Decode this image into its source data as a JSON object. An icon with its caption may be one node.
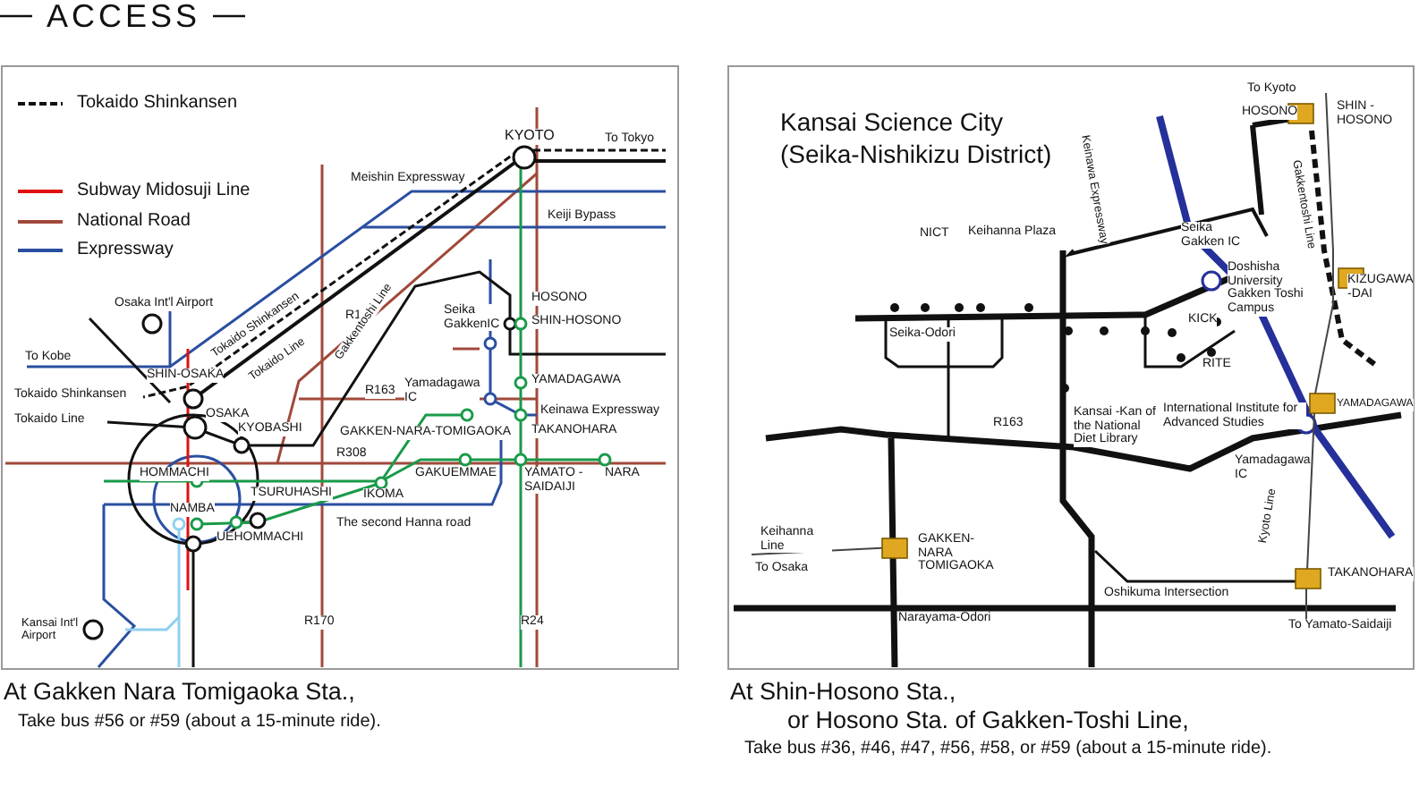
{
  "diagram": {
    "title": "ACCESS",
    "labels": [
      "KYOTO",
      "To Tokyo",
      "Meishin Expressway",
      "Keiji Bypass",
      "Osaka Int'l Airport",
      "HOSONO",
      "Tokaido Shinkansen",
      "R1",
      "Gakkentoshi Line",
      "Seika GakkenIC",
      "SHIN-HOSONO",
      "To Kobe",
      "Tokaido Line",
      "SHIN-OSAKA",
      "Tokaido Shinkansen",
      "Yamadagawa IC",
      "R163",
      "YAMADAGAWA",
      "Tokaido Line",
      "OSAKA",
      "Keinawa Expressway",
      "KYOBASHI",
      "GAKKEN-NARA-TOMIGAOKA",
      "TAKANOHARA",
      "R308",
      "HOMMACHI",
      "GAKUEMMAE",
      "YAMATO -SAIDAIJI",
      "NARA",
      "TSURUHASHI",
      "IKOMA",
      "NAMBA",
      "The second Hanna road",
      "UEHOMMACHI",
      "Kansai Int'l Airport",
      "R170",
      "R24",
      "To Kyoto",
      "HOSONO",
      "SHIN -HOSONO",
      "Keinawa Expressway",
      "Kansai Science City",
      "(Seika-Nishikizu District)",
      "Gakkentoshi Line",
      "NICT",
      "Keihanna Plaza",
      "Seika Gakken IC",
      "Doshisha University Gakken Toshi Campus",
      "KIZUGAWA -DAI",
      "Seika-Odori",
      "KICK",
      "RITE",
      "International Institute for Advanced Studies",
      "YAMADAGAWA",
      "Kansai -Kan of the National Diet Library",
      "R163",
      "Yamadagawa IC",
      "Keihanna Line",
      "GAKKEN-NARA TOMIGAOKA",
      "To Osaka",
      "Kyoto Line",
      "TAKANOHARA",
      "Oshikuma Intersection",
      "Narayama-Odori",
      "To Yamato-Saidaiji",
      "At Gakken Nara Tomigaoka Sta.,",
      "Take bus #56 or #59 (about a 15-minute ride).",
      "At Shin-Hosono Sta.,",
      "or Hosono Sta. of Gakken-Toshi Line,",
      "Take bus #36, #46, #47, #56, #58, or #59 (about a 15-minute ride)."
    ],
    "legend": [
      {
        "text": "Tokaido Shinkansen"
      },
      {
        "text": "Subway Midosuji Line"
      },
      {
        "text": "National Road"
      },
      {
        "text": "Expressway"
      }
    ]
  }
}
